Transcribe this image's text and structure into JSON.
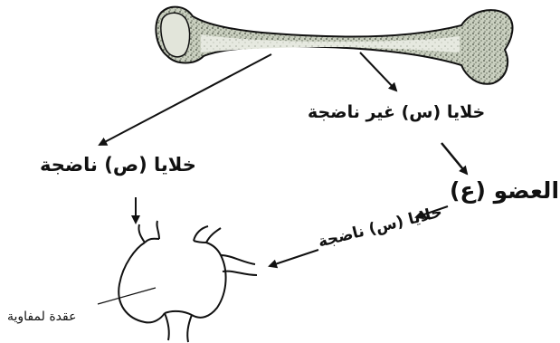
{
  "labels": {
    "immature_x": "خلايا (س) غير ناضجة",
    "mature_y": "خلايا (ص) ناضجة",
    "organ_e": "العضو (ع)",
    "mature_x": "خلايا (س) ناضجة",
    "lymph_node": "عقدة لمفاوية"
  },
  "colors": {
    "ink": "#111111",
    "marrow_fill": "#9aa08a",
    "shaft_fill": "#d8dcd0"
  }
}
